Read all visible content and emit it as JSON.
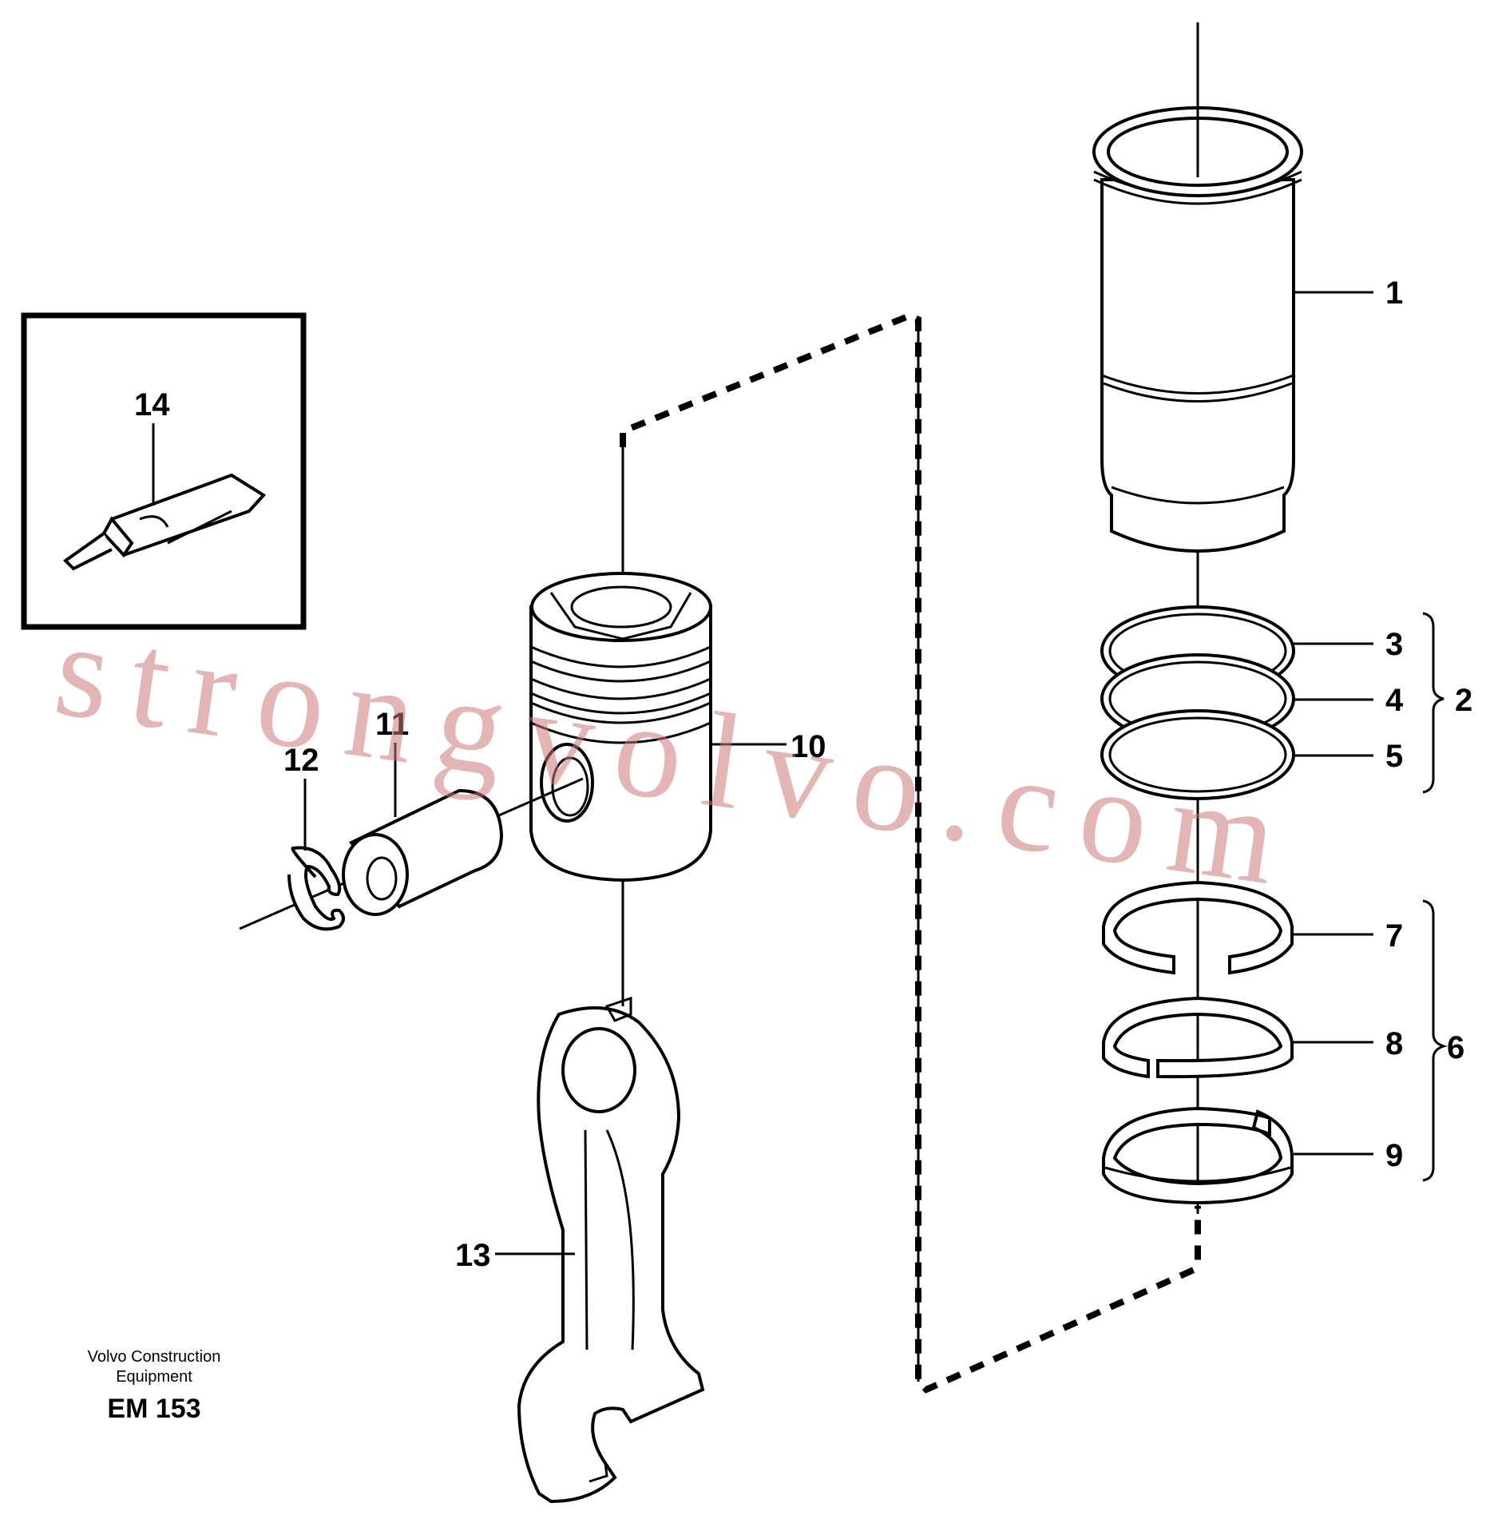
{
  "callouts": [
    {
      "num": "1",
      "name": "cylinder-liner"
    },
    {
      "num": "2",
      "name": "o-ring-kit"
    },
    {
      "num": "3",
      "name": "o-ring-top"
    },
    {
      "num": "4",
      "name": "o-ring-middle"
    },
    {
      "num": "5",
      "name": "o-ring-bottom"
    },
    {
      "num": "6",
      "name": "piston-ring-kit"
    },
    {
      "num": "7",
      "name": "compression-ring-1"
    },
    {
      "num": "8",
      "name": "compression-ring-2"
    },
    {
      "num": "9",
      "name": "oil-scraper-ring"
    },
    {
      "num": "10",
      "name": "piston"
    },
    {
      "num": "11",
      "name": "piston-pin"
    },
    {
      "num": "12",
      "name": "circlip"
    },
    {
      "num": "13",
      "name": "connecting-rod"
    },
    {
      "num": "14",
      "name": "sealant-tube"
    }
  ],
  "footer": {
    "company_line1": "Volvo Construction",
    "company_line2": "Equipment",
    "code": "EM 153"
  },
  "watermark": "strongvolvo.com"
}
